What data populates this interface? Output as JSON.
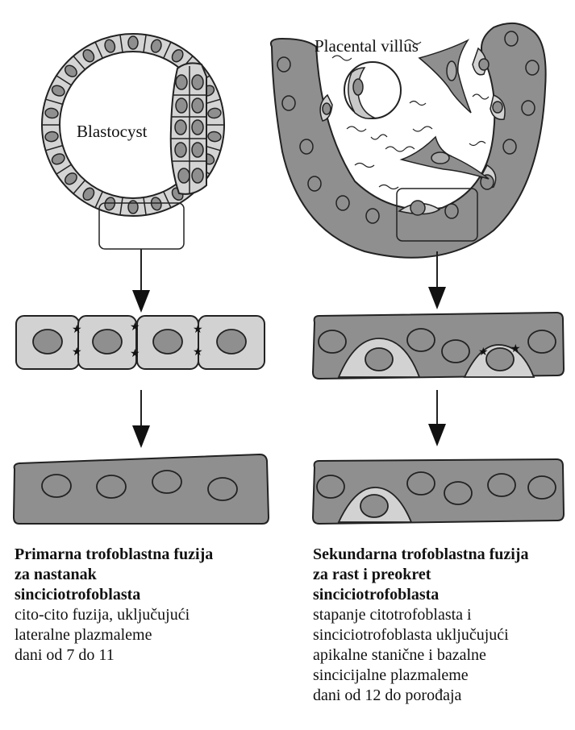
{
  "labels": {
    "blastocyst": "Blastocyst",
    "villus": "Placental villus"
  },
  "captions": {
    "left": {
      "heading": [
        "Primarna trofoblastna fuzija",
        "za nastanak",
        "sinciciotrofoblasta"
      ],
      "body": [
        "cito-cito fuzija, uključujući",
        "lateralne plazmaleme",
        "dani od 7 do 11"
      ]
    },
    "right": {
      "heading": [
        "Sekundarna trofoblastna fuzija",
        "za rast i preokret",
        "sinciciotrofoblasta"
      ],
      "body": [
        "stapanje citotrofoblasta i",
        "sinciciotrofoblasta uključujući",
        "apikalne stanične i bazalne",
        "sincicijalne plazmaleme",
        "dani od 12 do porođaja"
      ]
    }
  },
  "colors": {
    "dark_gray": "#8f8f8f",
    "light_gray": "#d2d2d2",
    "outline": "#222222"
  }
}
